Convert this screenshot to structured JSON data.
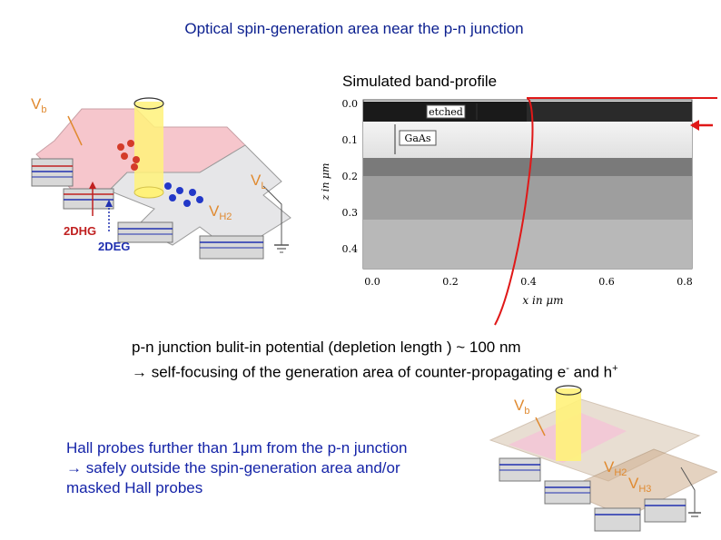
{
  "title": "Optical spin-generation area near the p-n junction",
  "simulation": {
    "label": "Simulated band-profile",
    "y_axis_label": "z in μm",
    "x_axis_label": "x in μm",
    "y_ticks": [
      "0.0",
      "0.1",
      "0.2",
      "0.3",
      "0.4"
    ],
    "x_ticks": [
      "0.0",
      "0.2",
      "0.4",
      "0.6",
      "0.8"
    ],
    "layer_labels": [
      "etched",
      "GaAs"
    ]
  },
  "device_top": {
    "labels": {
      "vb": "V",
      "vb_sub": "b",
      "vl": "V",
      "vl_sub": "L",
      "vh2": "V",
      "vh2_sub": "H2",
      "dhg": "2DHG",
      "deg": "2DEG"
    }
  },
  "device_bottom": {
    "labels": {
      "vb": "V",
      "vb_sub": "b",
      "vh2": "V",
      "vh2_sub": "H2",
      "vh3": "V",
      "vh3_sub": "H3"
    }
  },
  "text": {
    "line1": "p-n junction bulit-in potential (depletion length ) ~ 100 nm",
    "line2_arrow": "→",
    "line2_a": " self-focusing of the generation area of counter-propagating e",
    "line2_sup1": "-",
    "line2_b": " and h",
    "line2_sup2": "+",
    "hall_line1": "Hall probes further than 1μm from the p-n junction",
    "hall_line2_arrow": "→",
    "hall_line2": " safely outside the spin-generation area and/or",
    "hall_line3": "masked Hall probes"
  }
}
